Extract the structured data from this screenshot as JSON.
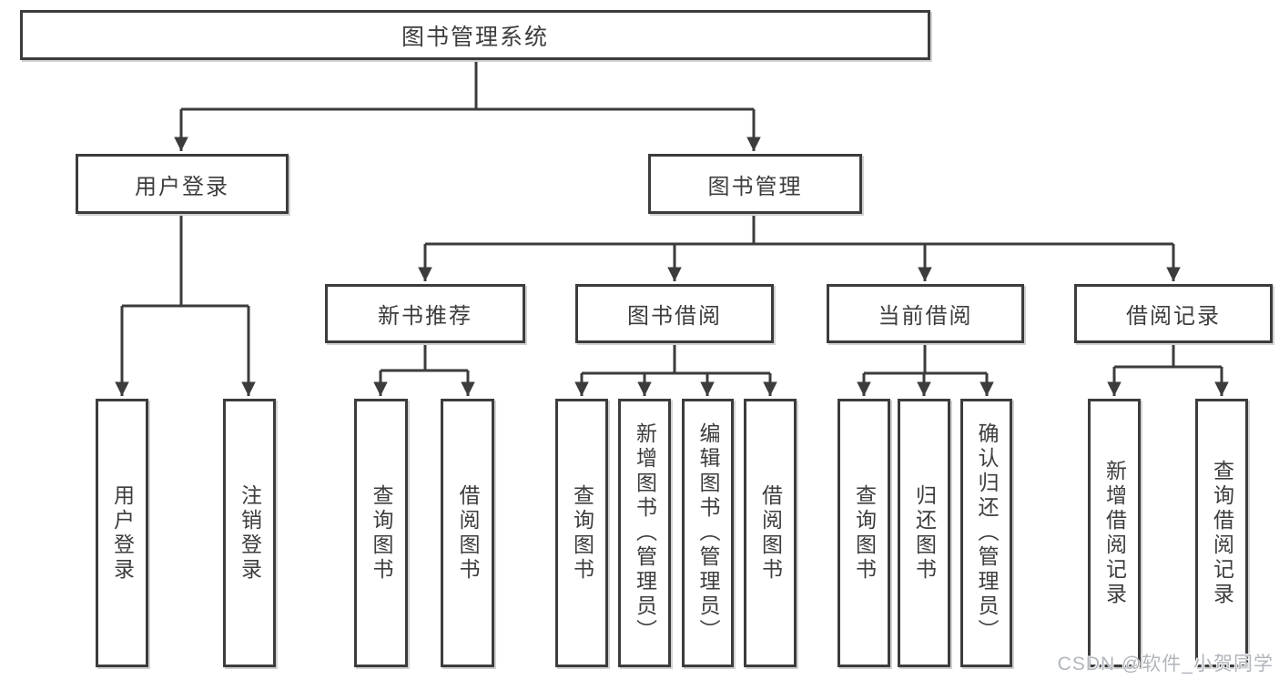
{
  "tree": {
    "label": "图书管理系统",
    "children": [
      {
        "label": "用户登录",
        "children": [
          {
            "label": "用户登录"
          },
          {
            "label": "注销登录"
          }
        ]
      },
      {
        "label": "图书管理",
        "children": [
          {
            "label": "新书推荐",
            "children": [
              {
                "label": "查询图书"
              },
              {
                "label": "借阅图书"
              }
            ]
          },
          {
            "label": "图书借阅",
            "children": [
              {
                "label": "查询图书"
              },
              {
                "label": "新增图书（管理员）"
              },
              {
                "label": "编辑图书（管理员）"
              },
              {
                "label": "借阅图书"
              }
            ]
          },
          {
            "label": "当前借阅",
            "children": [
              {
                "label": "查询图书"
              },
              {
                "label": "归还图书"
              },
              {
                "label": "确认归还（管理员）"
              }
            ]
          },
          {
            "label": "借阅记录",
            "children": [
              {
                "label": "新增借阅记录"
              },
              {
                "label": "查询借阅记录"
              }
            ]
          }
        ]
      }
    ]
  },
  "watermark": {
    "text": "CSDN @软件_小贺同学"
  },
  "colors": {
    "line": "#3c3c3c",
    "box_border": "#3c3c3c",
    "box_fill": "#ffffff",
    "text": "#3d3d3d",
    "watermark": "#b1b6bd"
  }
}
